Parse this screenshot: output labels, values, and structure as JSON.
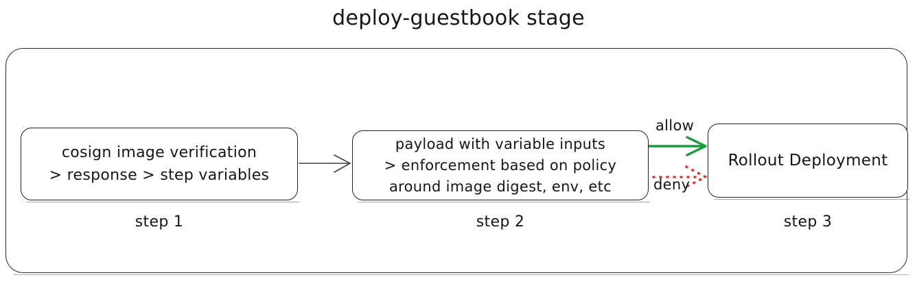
{
  "diagram": {
    "title": "deploy-guestbook stage",
    "steps": [
      {
        "id": "step1",
        "caption": "step 1",
        "text": "cosign image verification\n> response > step variables"
      },
      {
        "id": "step2",
        "caption": "step 2",
        "text": "payload with variable inputs\n> enforcement based on policy\naround image digest, env, etc"
      },
      {
        "id": "step3",
        "caption": "step 3",
        "text": "Rollout Deployment"
      }
    ],
    "edges": [
      {
        "id": "edge-1-2",
        "label": "",
        "style": "solid",
        "color": "#3f3f3f"
      },
      {
        "id": "edge-allow",
        "label": "allow",
        "style": "solid",
        "color": "#1a9b3c"
      },
      {
        "id": "edge-deny",
        "label": "deny",
        "style": "dotted",
        "color": "#e8302a"
      }
    ],
    "labels": {
      "allow": "allow",
      "deny": "deny"
    },
    "colors": {
      "background": "#ffffff",
      "stroke": "#1e1e1e",
      "allow": "#1a9b3c",
      "deny": "#e8302a",
      "connector": "#3f3f3f"
    }
  }
}
